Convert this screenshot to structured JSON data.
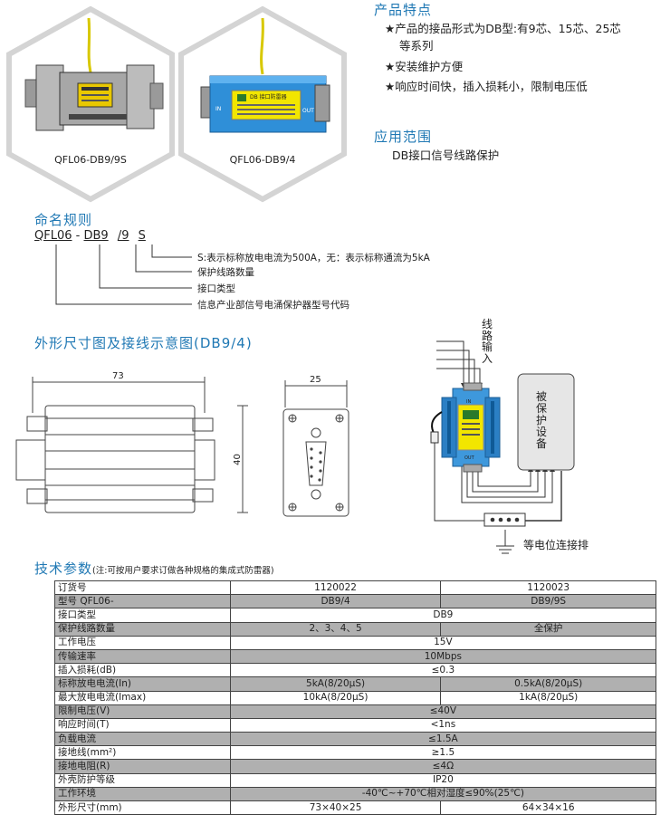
{
  "products": [
    {
      "label": "QFL06-DB9/9S"
    },
    {
      "label": "QFL06-DB9/4"
    }
  ],
  "features": {
    "title": "产品特点",
    "items": [
      {
        "star": "★",
        "line1": "产品的接品形式为DB型:有9芯、15芯、25芯",
        "line2": "等系列"
      },
      {
        "star": "★",
        "line1": "安装维护方便",
        "line2": ""
      },
      {
        "star": "★",
        "line1": "响应时间快，插入损耗小，限制电压低",
        "line2": ""
      }
    ]
  },
  "application": {
    "title": "应用范围",
    "text": "DB接口信号线路保护"
  },
  "naming": {
    "title": "命名规则",
    "code_parts": [
      "QFL06",
      "-",
      "DB9",
      "/9",
      "S"
    ],
    "labels": [
      "S:表示标称放电电流为500A，无：表示标称通流为5kA",
      "保护线路数量",
      "接口类型",
      "信息产业部信号电涌保护器型号代码"
    ]
  },
  "dimension": {
    "title": "外形尺寸图及接线示意图(DB9/4)",
    "length": "73",
    "width": "25",
    "height": "40"
  },
  "wiring": {
    "line_input": [
      "线",
      "路",
      "输",
      "入"
    ],
    "protected_device": [
      "被",
      "保",
      "护",
      "设",
      "备"
    ],
    "ground_bar": "等电位连接排",
    "in_label": "IN",
    "out_label": "OUT"
  },
  "device_text": {
    "title": "DB 接口防雷器",
    "in": "IN",
    "out": "OUT"
  },
  "specs": {
    "title": "技术参数",
    "note": "(注:可按用户要求订做各种规格的集成式防雷器)",
    "rows": [
      {
        "label": "订货号",
        "a": "1120022",
        "b": "1120023",
        "shade": "w"
      },
      {
        "label": "型号  QFL06-",
        "a": "DB9/4",
        "b": "DB9/9S",
        "shade": "g"
      },
      {
        "label": "接口类型",
        "merged": "DB9",
        "shade": "w"
      },
      {
        "label": "保护线路数量",
        "a": "2、3、4、5",
        "b": "全保护",
        "shade": "g"
      },
      {
        "label": "工作电压",
        "merged": "15V",
        "shade": "w"
      },
      {
        "label": "传输速率",
        "merged": "10Mbps",
        "shade": "g"
      },
      {
        "label": "插入损耗(dB)",
        "merged": "≤0.3",
        "shade": "w"
      },
      {
        "label": "标称放电电流(In)",
        "a": "5kA(8/20μS)",
        "b": "0.5kA(8/20μS)",
        "shade": "g"
      },
      {
        "label": "最大放电电流(Imax)",
        "a": "10kA(8/20μS)",
        "b": "1kA(8/20μS)",
        "shade": "w"
      },
      {
        "label": "限制电压(V)",
        "merged": "≤40V",
        "shade": "g"
      },
      {
        "label": "响应时间(T)",
        "merged": "<1ns",
        "shade": "w"
      },
      {
        "label": "负载电流",
        "merged": "≤1.5A",
        "shade": "g"
      },
      {
        "label": "接地线(mm²)",
        "merged": "≥1.5",
        "shade": "w"
      },
      {
        "label": "接地电阻(R)",
        "merged": "≤4Ω",
        "shade": "g"
      },
      {
        "label": "外壳防护等级",
        "merged": "IP20",
        "shade": "w"
      },
      {
        "label": "工作环境",
        "merged": "-40℃~+70℃相对湿度≤90%(25℃)",
        "shade": "g"
      },
      {
        "label": "外形尺寸(mm)",
        "a": "73×40×25",
        "b": "64×34×16",
        "shade": "w"
      }
    ]
  },
  "colors": {
    "heading_blue": "#1f78b4",
    "device_blue": "#2f8fd8",
    "device_yellow": "#f2e600",
    "cable_yellow": "#d8c800",
    "table_gray": "#b0b0b0"
  }
}
